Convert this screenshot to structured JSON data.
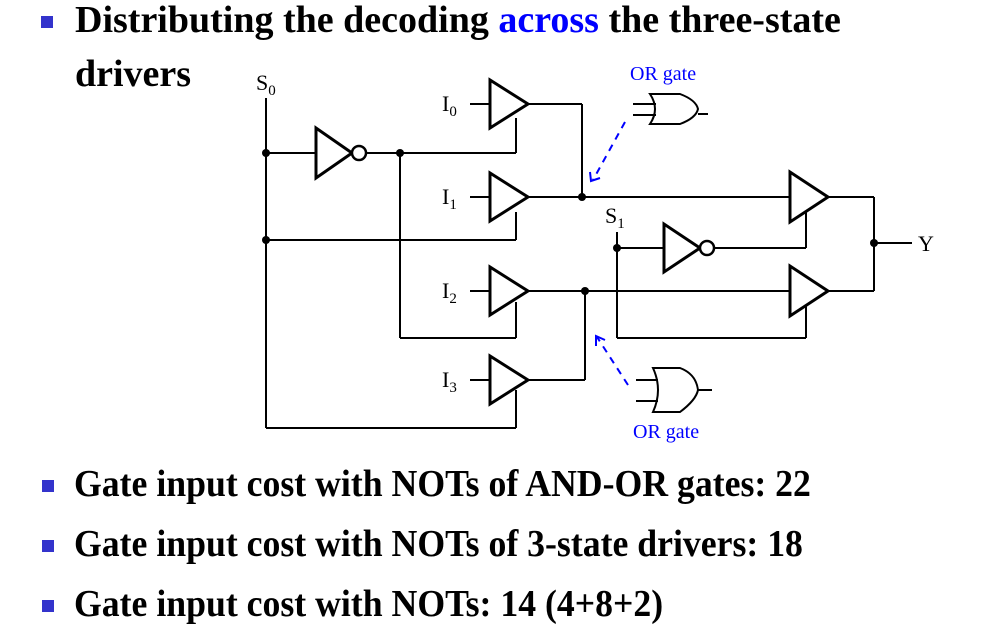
{
  "title": {
    "part1": "Distributing the decoding ",
    "highlight": "across",
    "part2": " the three-state",
    "line2": "drivers"
  },
  "diagram": {
    "inputs": [
      "I",
      "I",
      "I",
      "I"
    ],
    "input_subscripts": [
      "0",
      "1",
      "2",
      "3"
    ],
    "select_labels": [
      "S",
      "S"
    ],
    "select_subscripts": [
      "0",
      "1"
    ],
    "output_label": "Y",
    "annotations": [
      "OR gate",
      "OR gate"
    ]
  },
  "bullets": [
    "Gate input cost with NOTs of AND-OR gates: 22",
    "Gate input cost with NOTs of 3-state drivers: 18",
    "Gate input cost with NOTs: 14 (4+8+2)"
  ],
  "colors": {
    "accent": "#0000ff",
    "bullet": "#3333cc"
  }
}
